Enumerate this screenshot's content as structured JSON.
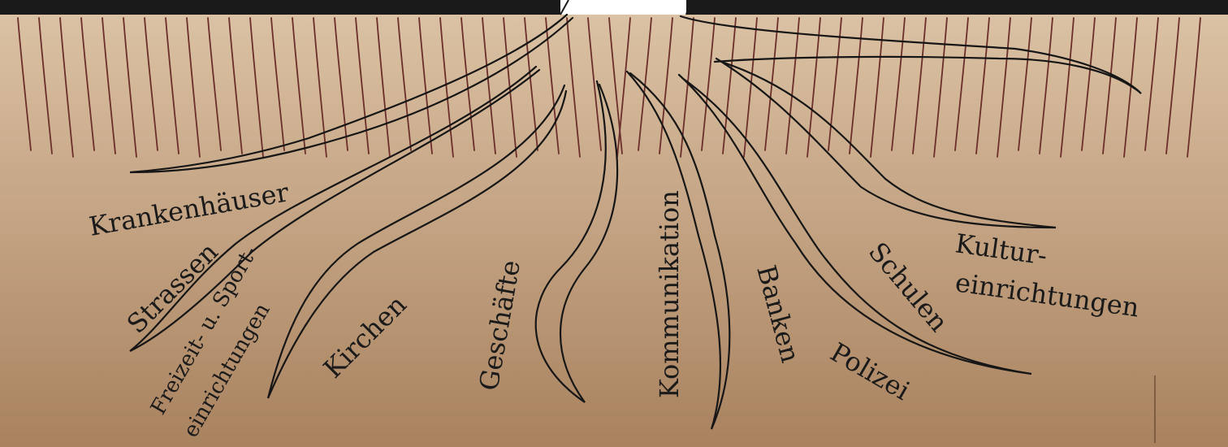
{
  "colors": {
    "soil_top": "#dcc3a5",
    "soil_bottom": "#a9825f",
    "surface_bar": "#1a1a1a",
    "grass_stroke": "#6b2e2a",
    "root_stroke": "#161616"
  },
  "labels": {
    "hospitals": "Krankenhäuser",
    "streets": "Strassen",
    "leisure_line1": "Freizeit- u. Sport-",
    "leisure_line2": "einrichtungen",
    "churches": "Kirchen",
    "shops": "Geschäfte",
    "communication": "Kommunikation",
    "banks": "Banken",
    "police": "Polizei",
    "schools": "Schulen",
    "culture_line1": "Kultur-",
    "culture_line2": "einrichtungen"
  }
}
